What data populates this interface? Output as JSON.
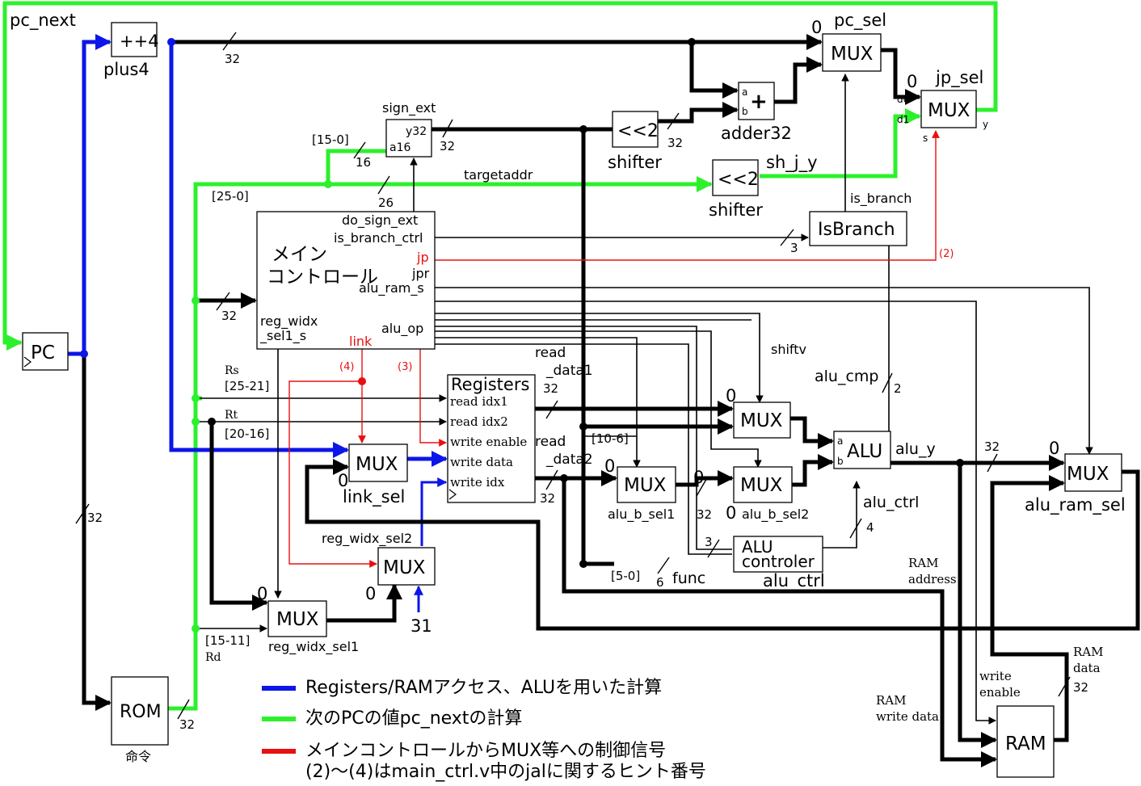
{
  "signals": {
    "pc_next": "pc_next",
    "pc_sel": "pc_sel",
    "jp_sel": "jp_sel",
    "sh_j_y": "sh_j_y",
    "is_branch": "is_branch",
    "targetaddr": "targetaddr",
    "shiftv": "shiftv",
    "alu_cmp": "alu_cmp",
    "alu_y": "alu_y",
    "alu_ctrl": "alu_ctrl",
    "func": "func",
    "link": "link",
    "rs": "Rs",
    "rt": "Rt",
    "rd": "Rd",
    "read_data1": [
      "read",
      "_data1"
    ],
    "read_data2": [
      "read",
      "_data2"
    ],
    "ram_address": [
      "RAM",
      "address"
    ],
    "ram_data": [
      "RAM",
      "data"
    ],
    "ram_write_data": [
      "RAM",
      "write data"
    ],
    "write_enable": [
      "write",
      "enable"
    ],
    "const31": "31"
  },
  "blocks": {
    "pc": "PC",
    "plus4": {
      "label": "++4",
      "name": "plus4"
    },
    "rom": {
      "label": "ROM",
      "name": "命令"
    },
    "sign_ext": {
      "name": "sign_ext",
      "in": "a16",
      "out": "y32"
    },
    "shifter1": {
      "label": "<<2",
      "name": "shifter"
    },
    "shifter2": {
      "label": "<<2",
      "name": "shifter"
    },
    "adder": {
      "label": "+",
      "name": "adder32",
      "a": "a",
      "b": "b"
    },
    "mux_pc": {
      "label": "MUX",
      "zero": "0"
    },
    "mux_jp": {
      "label": "MUX",
      "zero": "0",
      "d0": "d0",
      "d1": "d1",
      "s": "s",
      "y": "y"
    },
    "isbranch": "IsBranch",
    "main_ctrl": {
      "title": [
        "メイン",
        "コントロール"
      ],
      "ports": [
        "do_sign_ext",
        "is_branch_ctrl",
        "jp",
        "jpr",
        "alu_ram_s",
        "reg_widx",
        "_sel1_s",
        "alu_op"
      ]
    },
    "registers": {
      "title": "Registers",
      "ports": [
        "read idx1",
        "read idx2",
        "write enable",
        "write data",
        "write idx"
      ]
    },
    "mux_link": {
      "label": "MUX",
      "zero": "0",
      "name": "link_sel"
    },
    "mux_widx2": {
      "label": "MUX",
      "zero": "0",
      "name": "reg_widx_sel2"
    },
    "mux_widx1": {
      "label": "MUX",
      "zero": "0",
      "name": "reg_widx_sel1"
    },
    "mux_alu_a": {
      "label": "MUX",
      "zero": "0"
    },
    "mux_b1": {
      "label": "MUX",
      "zero": "0",
      "name": "alu_b_sel1"
    },
    "mux_b2": {
      "label": "MUX",
      "zero": "0",
      "name": "alu_b_sel2",
      "in0": "0"
    },
    "alu": {
      "label": "ALU",
      "a": "a",
      "b": "b"
    },
    "alu_controler": {
      "label": [
        "ALU",
        "controler"
      ],
      "name": "alu_ctrl"
    },
    "mux_ram": {
      "label": "MUX",
      "zero": "0",
      "name": "alu_ram_sel"
    },
    "ram": "RAM"
  },
  "bit_ranges": {
    "b15_0": "[15-0]",
    "b25_0": "[25-0]",
    "b25_21": "[25-21]",
    "b20_16": "[20-16]",
    "b15_11": "[15-11]",
    "b10_6": "[10-6]",
    "b5_0": "[5-0]"
  },
  "widths": {
    "w32": "32",
    "w16": "16",
    "w26": "26",
    "w3": "3",
    "w2": "2",
    "w4": "4",
    "w6": "6"
  },
  "hints": {
    "h2": "(2)",
    "h3": "(3)",
    "h4": "(4)"
  },
  "legend": [
    {
      "color": "#0c16e8",
      "text": "Registers/RAMアクセス、ALUを用いた計算"
    },
    {
      "color": "#2cf02c",
      "text": "次のPCの値pc_nextの計算"
    },
    {
      "color": "#e81010",
      "text": "メインコントロールからMUX等への制御信号"
    },
    {
      "color": "",
      "text": "(2)〜(4)はmain_ctrl.v中のjalに関するヒント番号"
    }
  ],
  "colors": {
    "blue": "#0c16e8",
    "green": "#2cf02c",
    "red": "#e81010",
    "black": "#000000"
  }
}
